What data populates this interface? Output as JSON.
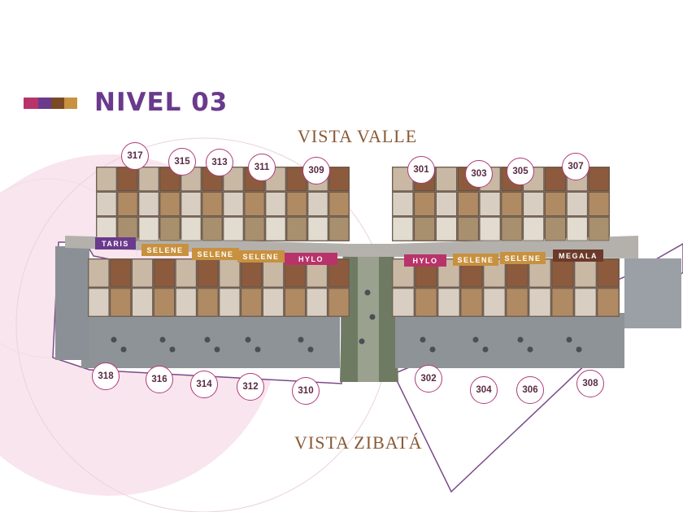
{
  "header": {
    "title": "NIVEL 03",
    "logo_colors": [
      "#b8336a",
      "#6a3a8c",
      "#7a4a25",
      "#c8913f"
    ]
  },
  "views": {
    "top": "VISTA VALLE",
    "bottom": "VISTA ZIBATÁ"
  },
  "units": {
    "north": [
      "317",
      "315",
      "313",
      "311",
      "309",
      "301",
      "303",
      "305",
      "307"
    ],
    "south": [
      "318",
      "316",
      "314",
      "312",
      "310",
      "302",
      "304",
      "306",
      "308"
    ]
  },
  "models": [
    {
      "label": "TARIS",
      "color": "#6a3a8c"
    },
    {
      "label": "SELENE",
      "color": "#c8913f"
    },
    {
      "label": "SELENE",
      "color": "#c8913f"
    },
    {
      "label": "SELENE",
      "color": "#c8913f"
    },
    {
      "label": "HYLO",
      "color": "#b8336a"
    },
    {
      "label": "HYLO",
      "color": "#b8336a"
    },
    {
      "label": "SELENE",
      "color": "#c8913f"
    },
    {
      "label": "SELENE",
      "color": "#c8913f"
    },
    {
      "label": "MEGALA",
      "color": "#6b3a2a"
    }
  ],
  "colors": {
    "accent_purple": "#6a3a8c",
    "accent_magenta": "#b8336a",
    "accent_gold": "#c8913f",
    "accent_brown": "#6b3a2a",
    "view_text": "#8a5a35"
  }
}
